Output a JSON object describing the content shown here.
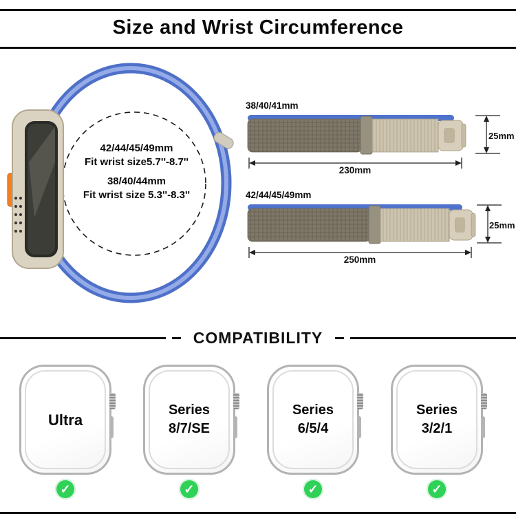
{
  "title": "Size and Wrist Circumference",
  "size_guide": {
    "group1_size": "42/44/45/49mm",
    "group1_fit": "Fit wrist size5.7''-8.7''",
    "group2_size": "38/40/44mm",
    "group2_fit": "Fit wrist size 5.3''-8.3''"
  },
  "bands": [
    {
      "label": "38/40/41mm",
      "length": "230mm",
      "width": "25mm"
    },
    {
      "label": "42/44/45/49mm",
      "length": "250mm",
      "width": "25mm"
    }
  ],
  "compatibility": {
    "heading": "COMPATIBILITY",
    "models": [
      {
        "line1": "Ultra",
        "line2": ""
      },
      {
        "line1": "Series",
        "line2": "8/7/SE"
      },
      {
        "line1": "Series",
        "line2": "6/5/4"
      },
      {
        "line1": "Series",
        "line2": "3/2/1"
      }
    ]
  },
  "icons": {
    "check": "✓"
  },
  "colors": {
    "band_blue": "#4e70c8",
    "check_green": "#2fd157",
    "titanium_tan": "#dbd3c2",
    "action_button_orange": "#f57e20"
  }
}
